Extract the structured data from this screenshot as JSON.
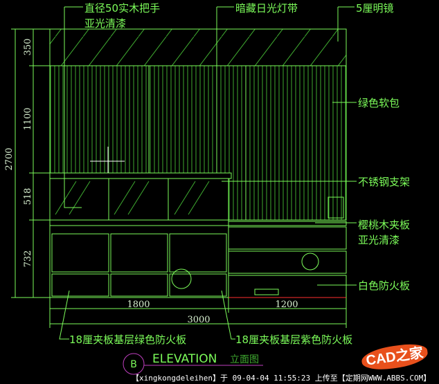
{
  "annotations": {
    "handle": "直径50实木把手",
    "handle_finish": "亚光清漆",
    "light_strip": "暗藏日光灯带",
    "mirror": "5厘明镜",
    "soft_pack": "绿色软包",
    "bracket": "不锈钢支架",
    "cherry_panel": "樱桃木夹板",
    "cherry_finish": "亚光清漆",
    "white_board": "白色防火板",
    "left_base": "18厘夹板基层绿色防火板",
    "right_base": "18厘夹板基层紫色防火板"
  },
  "dimensions": {
    "vertical": [
      "350",
      "1100",
      "518",
      "732"
    ],
    "total_height": "2700",
    "left_width": "1800",
    "right_width": "1200",
    "total_width": "3000"
  },
  "title_block": {
    "symbol": "B",
    "title": "ELEVATION",
    "subtitle": "立面图"
  },
  "watermark": {
    "text": "【xingkongdeleihen】于 09-04-04 11:55:23 上传至【定期网WWW.ABBS.COM】",
    "logo": "CAD之家"
  },
  "colors": {
    "line": "#7CFC5A",
    "cyan": "#9ff0c0",
    "magenta": "#c040c0",
    "red": "#ff3030"
  }
}
